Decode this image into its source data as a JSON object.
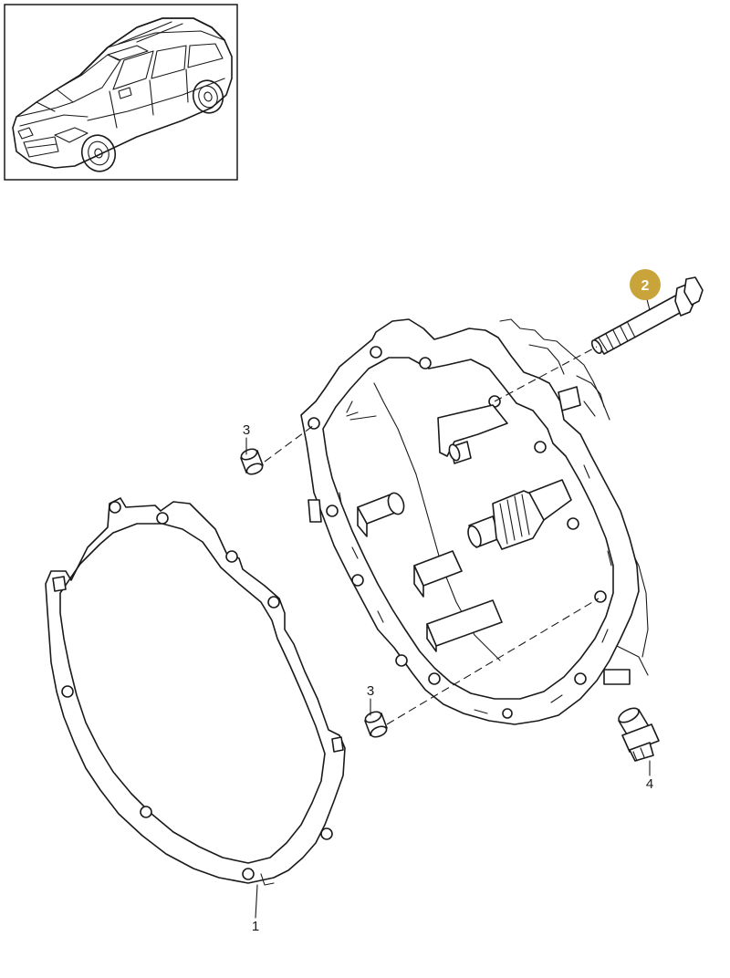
{
  "callouts": [
    {
      "id": "gasket",
      "number": "1"
    },
    {
      "id": "bolt",
      "number": "2",
      "highlighted": true
    },
    {
      "id": "sleeve-upper",
      "number": "3"
    },
    {
      "id": "sleeve-lower",
      "number": "3"
    },
    {
      "id": "plug",
      "number": "4"
    }
  ],
  "colors": {
    "highlight": "#c9a43a",
    "line": "#1a1a1a",
    "background": "#ffffff"
  }
}
